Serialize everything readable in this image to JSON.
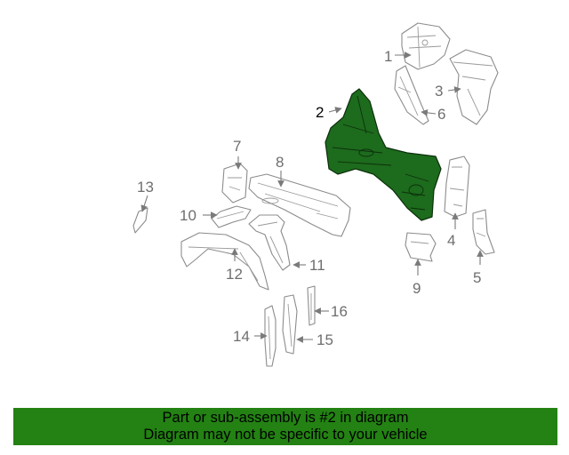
{
  "diagram": {
    "highlighted_part": "2",
    "callouts": [
      "1",
      "2",
      "3",
      "4",
      "5",
      "6",
      "7",
      "8",
      "9",
      "10",
      "11",
      "12",
      "13",
      "14",
      "15",
      "16"
    ]
  },
  "banner": {
    "line1": "Part or sub-assembly is #2 in diagram",
    "line2": "Diagram may not be specific to your vehicle",
    "background": "#238213"
  },
  "colors": {
    "highlight_fill": "#1d6b1d",
    "part_stroke": "#8c8c8c"
  }
}
